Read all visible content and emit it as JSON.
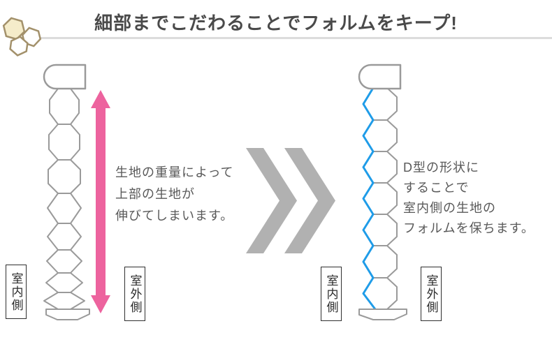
{
  "header": {
    "title": "細部までこだわることでフォルムをキープ!"
  },
  "before_panel": {
    "caption_lines": [
      "生地の重量によって",
      "上部の生地が",
      "伸びてしまいます。"
    ],
    "label_interior": "室内側",
    "label_exterior": "室外側"
  },
  "after_panel": {
    "caption_lines": [
      "D型の形状に",
      "することで",
      "室内側の生地の",
      "フォルムを保ちます。"
    ],
    "label_interior": "室内側",
    "label_exterior": "室外側"
  },
  "icons": {
    "logo": "honeycomb-logo",
    "transition": "double-chevron-right"
  },
  "colors": {
    "stretch_arrow_pink": "#ed639e",
    "d_shape_highlight_blue": "#1f9ce8",
    "outline_gray": "#9a9a9a",
    "chevron_gray": "#b1b1b1",
    "logo_tan": "#a3916b",
    "logo_cream": "#f5ecca",
    "title_gray": "#4a4a4a",
    "underline_gray": "#dcdcdc"
  }
}
